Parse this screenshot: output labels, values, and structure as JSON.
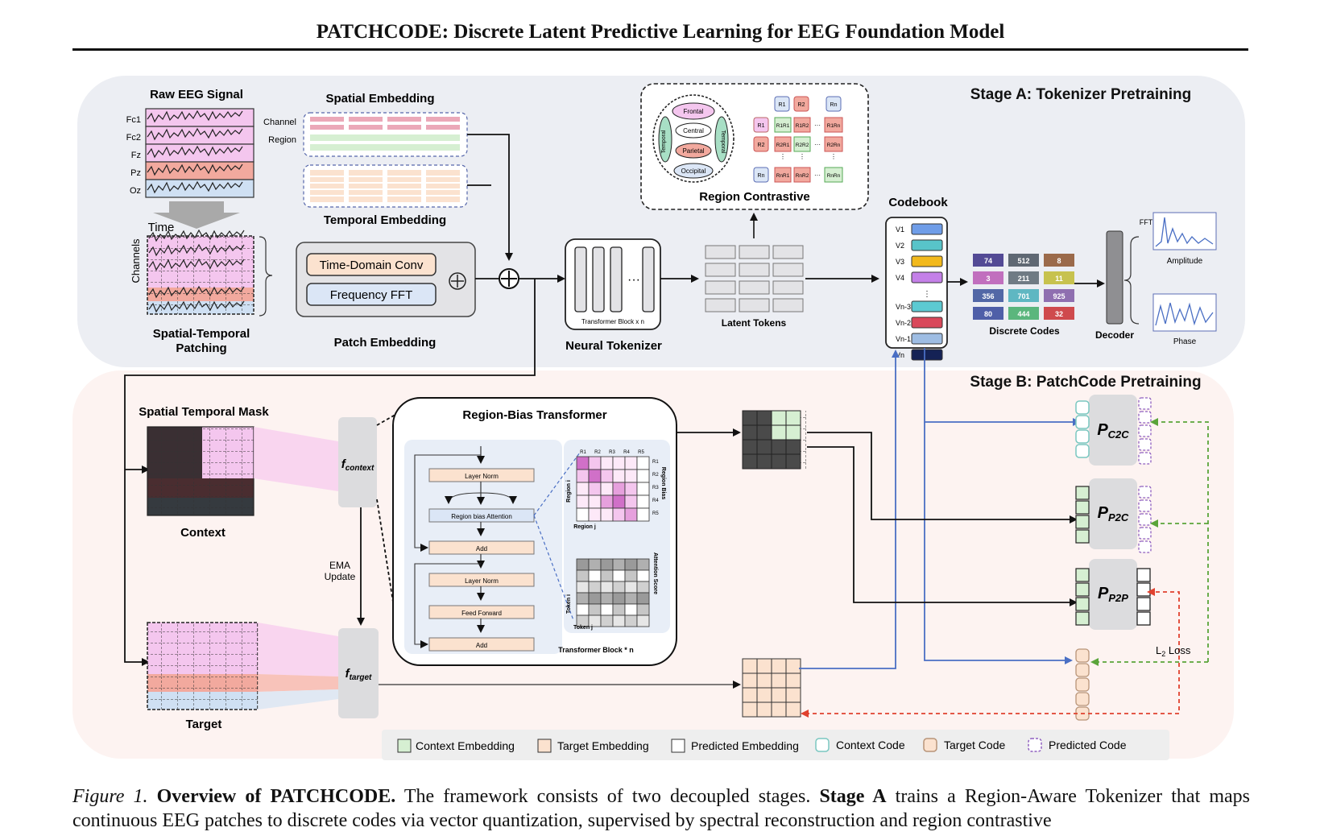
{
  "paper": {
    "title": "PATCHCODE: Discrete Latent Predictive Learning for EEG Foundation Model"
  },
  "stage_a": {
    "title": "Stage A: Tokenizer Pretraining",
    "raw_eeg_label": "Raw EEG Signal",
    "channels": [
      "Fc1",
      "Fc2",
      "Fz",
      "Pz",
      "Oz"
    ],
    "time_label": "Time",
    "channels_axis_label": "Channels",
    "patching_label": [
      "Spatial-Temporal",
      "Patching"
    ],
    "spatial_embedding_label": "Spatial Embedding",
    "spatial_rows": [
      "Channel",
      "Region"
    ],
    "temporal_embedding_label": "Temporal Embedding",
    "patch_embedding_label": "Patch Embedding",
    "time_domain_conv": "Time-Domain Conv",
    "frequency_fft": "Frequency FFT",
    "neural_tokenizer_label": "Neural Tokenizer",
    "transformer_block_note": "Transformer Block x n",
    "latent_tokens_label": "Latent Tokens",
    "region_contrastive_label": "Region Contrastive",
    "brain_regions": [
      "Frontal",
      "Central",
      "Parietal",
      "Occipital",
      "Temporal",
      "Temporal"
    ],
    "contrastive_headers": [
      "R1",
      "R2",
      "Rn"
    ],
    "contrastive_rows": [
      [
        "R1",
        "R1R1",
        "R1R2",
        "···",
        "R1Rn"
      ],
      [
        "R2",
        "R2R1",
        "R2R2",
        "···",
        "R2Rn"
      ],
      [
        "Rn",
        "RnR1",
        "RnR2",
        "···",
        "RnRn"
      ]
    ],
    "codebook_label": "Codebook",
    "codebook_entries": [
      "V1",
      "V2",
      "V3",
      "V4",
      "Vn-3",
      "Vn-2",
      "Vn-1",
      "Vn"
    ],
    "discrete_codes_label": "Discrete Codes",
    "discrete_codes": [
      [
        "74",
        "512",
        "8"
      ],
      [
        "3",
        "211",
        "11"
      ],
      [
        "356",
        "701",
        "925"
      ],
      [
        "80",
        "444",
        "32"
      ]
    ],
    "decoder_label": "Decoder",
    "fft_label": "FFT",
    "amplitude_label": "Amplitude",
    "phase_label": "Phase"
  },
  "stage_b": {
    "title": "Stage B: PatchCode Pretraining",
    "mask_label": "Spatial Temporal Mask",
    "context_label": "Context",
    "target_label": "Target",
    "f_context": "f",
    "f_context_sub": "context",
    "f_target": "f",
    "f_target_sub": "target",
    "ema_label": [
      "EMA",
      "Update"
    ],
    "rbt_title": "Region-Bias Transformer",
    "rbt_blocks": [
      "Layer Norm",
      "Region bias Attention",
      "Add",
      "Layer Norm",
      "Feed Forward",
      "Add"
    ],
    "rbt_footer": "Transformer Block * n",
    "region_headers": [
      "R1",
      "R2",
      "R3",
      "R4",
      "R5"
    ],
    "region_i": "Region i",
    "region_j": "Region j",
    "region_bias_label": "Region Bias",
    "token_i": "Token i",
    "token_j": "Token j",
    "attention_score_label": "Attention Score",
    "predictors": [
      {
        "main": "P",
        "sub": "C2C"
      },
      {
        "main": "P",
        "sub": "P2C"
      },
      {
        "main": "P",
        "sub": "P2P"
      }
    ],
    "l2_loss": "L",
    "l2_sub": "2",
    "l2_rest": " Loss"
  },
  "legend": [
    "Context Embedding",
    "Target Embedding",
    "Predicted Embedding",
    "Context Code",
    "Target Code",
    "Predicted Code"
  ],
  "caption": {
    "fig_label": "Figure 1.",
    "bold_title": "Overview of PATCHCODE.",
    "t1": " The framework consists of two decoupled stages. ",
    "stage_a": "Stage A",
    "t2": " trains a Region-Aware Tokenizer that maps continuous EEG patches to discrete codes via vector quantization, supervised by spectral reconstruction and region contrastive"
  },
  "colors": {
    "stage_a_bg": "#eceef3",
    "stage_b_bg": "#fdf3f1",
    "pink": "#f4c6ee",
    "salmon": "#f2a99e",
    "light_blue": "#cfe0f3",
    "codebook": [
      "#6f9de8",
      "#58c4c9",
      "#f2b91c",
      "#c480e8",
      "#5ccad2",
      "#d9485a",
      "#9ebde3",
      "#152255"
    ]
  }
}
